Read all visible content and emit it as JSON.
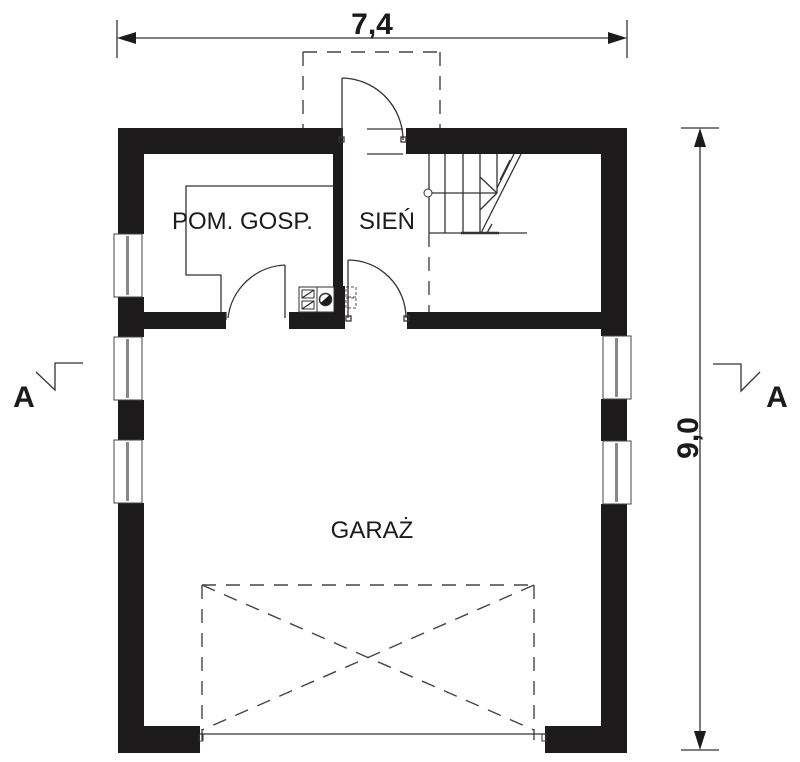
{
  "plan": {
    "dimensions": {
      "width_label": "7,4",
      "height_label": "9,0"
    },
    "rooms": [
      {
        "id": "utility",
        "label": "POM. GOSP."
      },
      {
        "id": "hall",
        "label": "SIEŃ"
      },
      {
        "id": "garage",
        "label": "GARAŻ"
      }
    ],
    "section_markers": {
      "left": "A",
      "right": "A"
    },
    "colors": {
      "wall": "#1c1a1a",
      "line": "#333333",
      "background": "#ffffff"
    }
  }
}
